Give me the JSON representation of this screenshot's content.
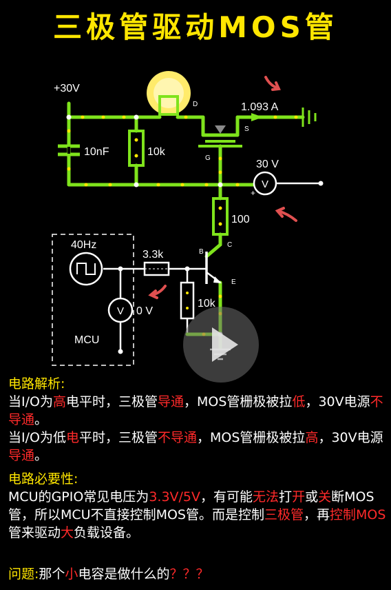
{
  "title": "三极管驱动MOS管",
  "circuit": {
    "supply": "+30V",
    "cap": "10nF",
    "r_gate": "10k",
    "r_collector": "100",
    "r_base": "3.3k",
    "r_emitter": "10k",
    "freq": "40Hz",
    "mcu": "MCU",
    "current": "1.093 A",
    "v_drain": "30 V",
    "v_gpio": "0 V",
    "pin_d": "D",
    "pin_s": "S",
    "pin_g": "G",
    "pin_b": "B",
    "pin_c": "C",
    "pin_e": "E",
    "meter_symbol": "V",
    "plus": "+"
  },
  "analysis": {
    "heading": "电路解析:",
    "line1": [
      "当I/O为",
      "高",
      "电平时，三极管",
      "导通",
      "，MOS管栅极被拉",
      "低",
      "，30V电源",
      "不导通",
      "。"
    ],
    "line2": [
      "当I/O为低",
      "电",
      "平时，三极管",
      "不导通",
      "，MOS管栅极被拉",
      "高",
      "，30V电源",
      "导通",
      "。"
    ]
  },
  "necessity": {
    "heading": "电路必要性:",
    "text": [
      "MCU的GPIO常见电压为",
      "3.3V/5V",
      "，有可能",
      "无法",
      "打",
      "开",
      "或",
      "关",
      "断MOS管，所以MCU不直接控制MOS管。而是控制",
      "三极管",
      "，再",
      "控制MOS",
      "管来驱动",
      "大",
      "负载设备。"
    ]
  },
  "question": {
    "label": "问题:",
    "text": [
      "那个",
      "小",
      "电容是做什么的",
      "？？？"
    ]
  }
}
